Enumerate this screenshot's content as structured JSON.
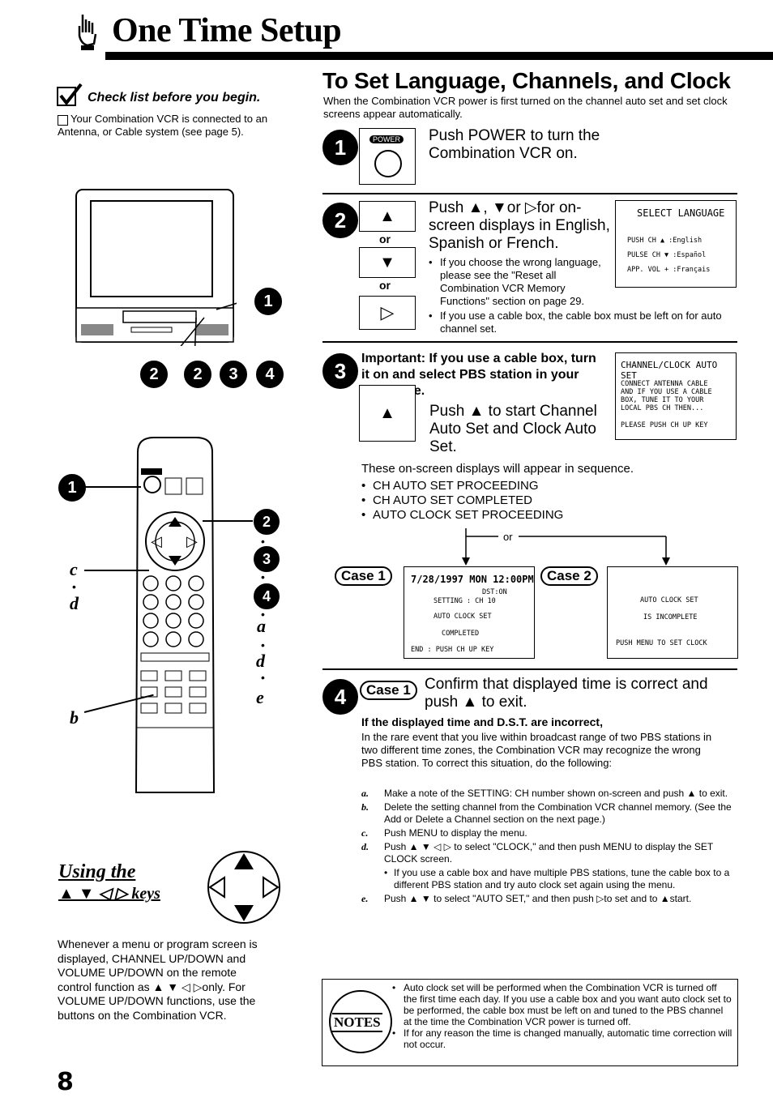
{
  "header": {
    "title": "One Time Setup"
  },
  "checklist": {
    "heading": "Check list before you begin.",
    "item": "Your Combination VCR is connected to an Antenna, or Cable system (see page 5)."
  },
  "main": {
    "title": "To Set Language, Channels, and Clock",
    "intro": "When the Combination VCR power is first turned on the channel auto set and set clock screens appear automatically."
  },
  "step1": {
    "num": "1",
    "button": "POWER",
    "text": "Push POWER to turn the Combination VCR on."
  },
  "step2": {
    "num": "2",
    "or1": "or",
    "or2": "or",
    "text": "Push ▲, ▼or ▷for on-screen displays in English, Spanish or French.",
    "bullet1": "If you choose the wrong language, please see the \"Reset all Combination VCR Memory Functions\" section on page 29.",
    "bullet2": "If you use a cable box, the cable box must be left on for auto channel set.",
    "osd": {
      "title": "SELECT LANGUAGE",
      "line1": "PUSH  CH ▲ :English",
      "line2": "PULSE CH ▼ :Español",
      "line3": "APP.  VOL + :Français"
    }
  },
  "step3": {
    "num": "3",
    "important": "Important: If you use a cable box, turn it on and select PBS station in your time zone.",
    "text": "Push ▲ to start Channel Auto Set and Clock Auto Set.",
    "osd": {
      "title": "CHANNEL/CLOCK AUTO SET",
      "line1": "CONNECT ANTENNA CABLE",
      "line2": "AND IF YOU USE A CABLE",
      "line3": "BOX, TUNE IT TO YOUR",
      "line4": "LOCAL PBS CH  THEN...",
      "line5": "PLEASE PUSH CH UP KEY"
    },
    "sequence_intro": "These on-screen displays will appear in sequence.",
    "sequence": [
      "CH AUTO SET PROCEEDING",
      "CH AUTO SET COMPLETED",
      "AUTO CLOCK SET PROCEEDING"
    ],
    "or": "or",
    "case1": {
      "label": "Case 1",
      "datetime": "7/28/1997 MON 12:00PM",
      "dst": "DST:ON",
      "setting": "SETTING : CH 10",
      "l3": "AUTO CLOCK SET",
      "l4": "COMPLETED",
      "l5": "END : PUSH CH UP KEY"
    },
    "case2": {
      "label": "Case 2",
      "l1": "AUTO CLOCK SET",
      "l2": "IS INCOMPLETE",
      "l3": "PUSH MENU TO SET CLOCK"
    }
  },
  "step4": {
    "num": "4",
    "case_label": "Case 1",
    "text": "Confirm that displayed time is correct and push ▲ to exit.",
    "subhead": "If the displayed time and D.S.T. are incorrect,",
    "para": "In the rare event that you live within broadcast range of two PBS stations in two different time zones, the Combination VCR may recognize the wrong PBS station. To correct this situation, do the following:",
    "steps": [
      {
        "k": "a.",
        "t": "Make a note of the SETTING: CH number shown on-screen and push ▲ to exit."
      },
      {
        "k": "b.",
        "t": "Delete the setting channel from the Combination VCR channel memory. (See the Add or Delete a Channel section on the next page.)"
      },
      {
        "k": "c.",
        "t": "Push MENU to display the menu."
      },
      {
        "k": "d.",
        "t": "Push ▲ ▼ ◁ ▷ to select \"CLOCK,\" and then push MENU to display the SET CLOCK screen."
      },
      {
        "k": "e.",
        "t": "Push ▲ ▼ to select \"AUTO SET,\" and then push ▷to set and to ▲start."
      }
    ],
    "sub_bullet": "If you use a cable box and have multiple PBS stations, tune the cable box to a different PBS station and try auto clock set again using the menu."
  },
  "left": {
    "callouts_tv": [
      "2",
      "2",
      "3",
      "4"
    ],
    "remote_labels": {
      "c": "c",
      "d": "d",
      "b": "b",
      "a": "a",
      "d2": "d",
      "e": "e"
    },
    "using_title1": "Using the",
    "using_title2": "▲ ▼ ◁ ▷ keys",
    "using_text": "Whenever a menu or program screen is displayed, CHANNEL UP/DOWN and VOLUME UP/DOWN on the remote control function as ▲ ▼ ◁ ▷only. For VOLUME UP/DOWN functions, use the buttons on the Combination VCR."
  },
  "notes": {
    "label": "NOTES",
    "items": [
      "Auto clock set will be performed when the Combination VCR is turned off the first time each day. If you use a cable box and you want auto clock set to be performed, the cable box must be left on and tuned to the PBS channel at the time the Combination VCR power is turned off.",
      "If for any reason the time is changed manually, automatic time correction will not occur."
    ]
  },
  "footer": {
    "page": "8"
  }
}
